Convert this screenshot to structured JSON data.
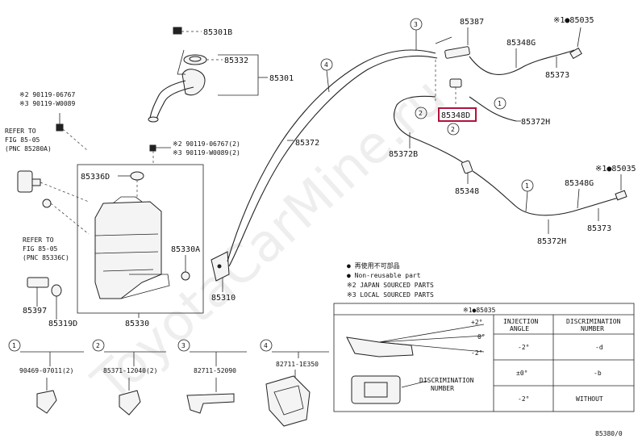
{
  "watermark": "ToyotaCarMine.ru",
  "page_code": "85380/0",
  "labels": {
    "p85301B": "85301B",
    "p85332": "85332",
    "p85301": "85301",
    "note2_90119_06767": "※2 90119-06767",
    "note3_90119_W0089": "※3 90119-W0089",
    "refer_top_1": "REFER TO",
    "refer_top_2": "FIG 85-05",
    "refer_top_3": "(PNC 85280A)",
    "note2b": "※2 90119-06767(2)",
    "note3b": "※3 90119-W0089(2)",
    "p85336D": "85336D",
    "p85330A": "85330A",
    "refer_bot_1": "REFER TO",
    "refer_bot_2": "FIG 85-05",
    "refer_bot_3": "(PNC 85336C)",
    "p85397": "85397",
    "p85319D": "85319D",
    "p85330": "85330",
    "p85310": "85310",
    "p85372": "85372",
    "p85387": "85387",
    "p85348G_top": "85348G",
    "p85035_top": "※1●85035",
    "p85373_top": "85373",
    "p85348D": "85348D",
    "p85372H_top": "85372H",
    "p85372B": "85372B",
    "p85348": "85348",
    "p85035_mid": "※1●85035",
    "p85348G_mid": "85348G",
    "p85373_mid": "85373",
    "p85372H_mid": "85372H"
  },
  "callouts": [
    "1",
    "2",
    "3",
    "4"
  ],
  "legend": {
    "line1": "● 再使用不可部品",
    "line2": "● Non-reusable part",
    "line3": "※2 JAPAN SOURCED PARTS",
    "line4": "※3 LOCAL SOURCED PARTS"
  },
  "table": {
    "title": "※1●85035",
    "col1": "INJECTION ANGLE",
    "col2": "DISCRIMINATION NUMBER",
    "rows": [
      {
        "angle": "-2°",
        "number": "-d"
      },
      {
        "angle": "±0°",
        "number": "-b"
      },
      {
        "angle": "-2°",
        "number": "WITHOUT"
      }
    ],
    "angle_plus": "+2°",
    "angle_zero": "0°",
    "angle_minus": "-2°",
    "discrimination_label_1": "DISCRIMINATION",
    "discrimination_label_2": "NUMBER"
  },
  "bottom_parts": [
    {
      "num": "1",
      "part": "90469-07011(2)"
    },
    {
      "num": "2",
      "part": "85371-12040(2)"
    },
    {
      "num": "3",
      "part": "82711-52090"
    },
    {
      "num": "4",
      "part": "82711-1E350"
    }
  ]
}
